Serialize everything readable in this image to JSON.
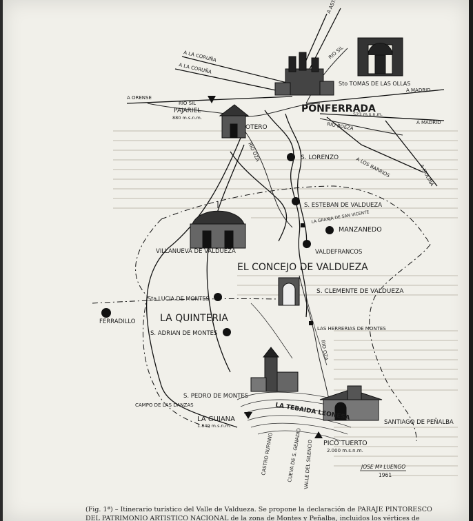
{
  "map": {
    "directions": {
      "coruna1": "A LA CORUÑA",
      "coruna2": "A LA CORUÑA",
      "orense": "A ORENSE",
      "madrid1": "A MADRID",
      "madrid2": "A MADRID",
      "astorga": "A ASTORGA",
      "barrios": "A LOS BARRIOS",
      "molina": "A MOLINA"
    },
    "rivers": {
      "sil1": "RIO SIL",
      "sil2": "RIO SIL",
      "boeza": "RIO BOEZA",
      "oza1": "RIO OZA",
      "oza2": "RIO OZA"
    },
    "places": {
      "ponferrada": "PONFERRADA",
      "ponferrada_alt": "523 m.s.n.m.",
      "santo_tomas": "Sto TOMAS DE LAS OLLAS",
      "pajariel": "PAJARIEL",
      "pajariel_alt": "880 m.s.n.m.",
      "otero": "OTERO",
      "san_lorenzo": "S. LORENZO",
      "san_esteban": "S. ESTEBAN DE VALDUEZA",
      "granja": "LA GRANJA DE SAN VICENTE",
      "manzanedo": "MANZANEDO",
      "valdefrancos": "VALDEFRANCOS",
      "villanueva": "VILLANUEVA DE VALDUEZA",
      "concejo": "EL CONCEJO DE VALDUEZA",
      "san_clemente": "S. CLEMENTE DE VALDUEZA",
      "santa_lucia": "Sta LUCIA DE MONTES",
      "ferradillo": "FERRADILLO",
      "quinteria": "LA QUINTERIA",
      "san_adrian": "S. ADRIAN DE MONTES",
      "herrerias": "LAS HERRERIAS DE MONTES",
      "san_pedro": "S. PEDRO DE MONTES",
      "campo_danzas": "CAMPO DE LAS DANZAS",
      "aquiana": "LA GUIANA",
      "aquiana_alt": "1.849 m.s.n.m.",
      "tebaida": "LA TEBAIDA LEONESA",
      "santiago": "SANTIAGO DE PEÑALBA",
      "pico_tuerto": "PICO TUERTO",
      "pico_alt": "2.000 m.s.n.m.",
      "castro": "CASTRO RUPIANO",
      "cueva": "CUEVA DE S. GENADIO",
      "valle": "VALLE DEL SILENCIO"
    },
    "signature": "JOSE Mª LUENGO",
    "year": "1961"
  },
  "caption": {
    "line1": "(Fig. 1ª) – Itinerario turístico del Valle de Valdueza. Se propone la declaración de PARAJE PINTORESCO",
    "line2": "DEL PATRIMONIO ARTISTICO NACIONAL de la zona de Montes y Peñalba, incluidos los vértices de"
  }
}
